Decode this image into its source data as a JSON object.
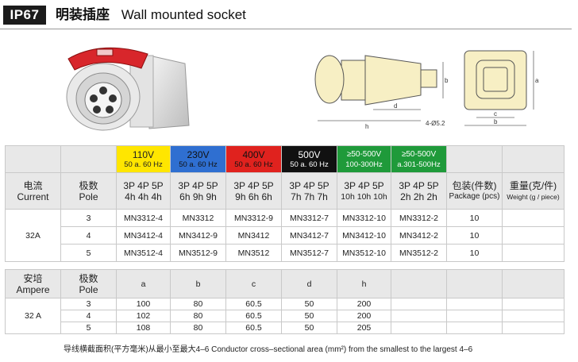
{
  "header": {
    "badge": "IP67",
    "title_zh": "明装插座",
    "title_en": "Wall mounted socket"
  },
  "diagram_labels": {
    "h": "h",
    "d": "d",
    "hole": "4-Ø5.2",
    "a": "a",
    "b": "b",
    "c": "c"
  },
  "voltages": [
    {
      "v": "110V",
      "hz": "50 a. 60 Hz",
      "color": "#ffe600",
      "text": "#222222"
    },
    {
      "v": "230V",
      "hz": "50 a. 60 Hz",
      "color": "#2f6fd1",
      "text": "#111111"
    },
    {
      "v": "400V",
      "hz": "50 a. 60 Hz",
      "color": "#e0221e",
      "text": "#111111"
    },
    {
      "v": "500V",
      "hz": "50 a. 60 Hz",
      "color": "#111111",
      "text": "#ffffff"
    },
    {
      "v": "≥50-500V",
      "hz": "100-300Hz",
      "color": "#1f9a3a",
      "text": "#ffffff"
    },
    {
      "v": "≥50-500V",
      "hz": "a.301-500Hz",
      "color": "#1f9a3a",
      "text": "#ffffff"
    }
  ],
  "table1": {
    "col1_zh": "电流",
    "col1_en": "Current",
    "col2_zh": "极数",
    "col2_en": "Pole",
    "pins": [
      {
        "top": "3P 4P 5P",
        "bot": "4h 4h 4h"
      },
      {
        "top": "3P 4P 5P",
        "bot": "6h 9h 9h"
      },
      {
        "top": "3P 4P 5P",
        "bot": "9h 6h 6h"
      },
      {
        "top": "3P 4P 5P",
        "bot": "7h 7h 7h"
      },
      {
        "top": "3P 4P 5P",
        "bot": "10h 10h 10h"
      },
      {
        "top": "3P 4P 5P",
        "bot": "2h 2h 2h"
      }
    ],
    "pkg": "包装(件数)",
    "pkg_en": "Package (pcs)",
    "wt": "重量(克/件)",
    "wt_en": "Weight (g / piece)",
    "current": "32A",
    "rows": [
      {
        "pole": "3",
        "models": [
          "MN3312-4",
          "MN3312",
          "MN3312-9",
          "MN3312-7",
          "MN3312-10",
          "MN3312-2"
        ],
        "pkg": "10",
        "wt": ""
      },
      {
        "pole": "4",
        "models": [
          "MN3412-4",
          "MN3412-9",
          "MN3412",
          "MN3412-7",
          "MN3412-10",
          "MN3412-2"
        ],
        "pkg": "10",
        "wt": ""
      },
      {
        "pole": "5",
        "models": [
          "MN3512-4",
          "MN3512-9",
          "MN3512",
          "MN3512-7",
          "MN3512-10",
          "MN3512-2"
        ],
        "pkg": "10",
        "wt": ""
      }
    ]
  },
  "table2": {
    "col1_zh": "安培",
    "col1_en": "Ampere",
    "col2_zh": "极数",
    "col2_en": "Pole",
    "dims": [
      "a",
      "b",
      "c",
      "d",
      "h"
    ],
    "current": "32 A",
    "rows": [
      {
        "pole": "3",
        "vals": [
          "100",
          "80",
          "60.5",
          "50",
          "200"
        ]
      },
      {
        "pole": "4",
        "vals": [
          "102",
          "80",
          "60.5",
          "50",
          "200"
        ]
      },
      {
        "pole": "5",
        "vals": [
          "108",
          "80",
          "60.5",
          "50",
          "205"
        ]
      }
    ]
  },
  "footnote": "导线横截面积(平方毫米)从最小至最大4–6    Conductor cross–sectional area (mm²) from the smallest to the largest 4–6"
}
